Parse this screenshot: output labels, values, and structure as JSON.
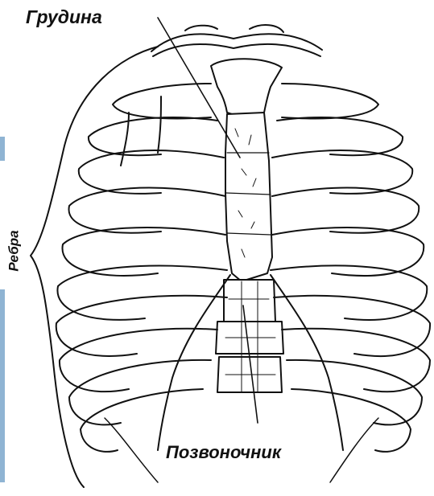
{
  "figure": {
    "labels": {
      "sternum": "Грудина",
      "ribs": "Ребра",
      "spine": "Позвоночник"
    },
    "colors": {
      "ink": "#111111",
      "bone_fill": "#ffffff",
      "edge_accent": "#8fb4d3"
    }
  }
}
